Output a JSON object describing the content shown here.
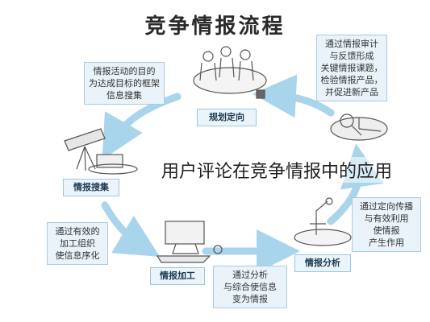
{
  "title": "竞争情报流程",
  "caption": "用户评论在竞争情报中的应用",
  "stages": {
    "planning": "规划定向",
    "collection": "情报搜集",
    "processing": "情报加工",
    "analysis": "情报分析"
  },
  "notes": {
    "planning_purpose": [
      "情报活动的目的",
      "为达成目标的框架",
      "信息搜集"
    ],
    "audit": [
      "通过情报审计",
      "与反馈形成",
      "关键情报课题，",
      "检验情报产品，",
      "并促进新产品"
    ],
    "collection": [
      "通过有效的",
      "加工组织",
      "使信息序化"
    ],
    "processing": [
      "通过分析",
      "与综合使信息",
      "变为情报"
    ],
    "analysis": [
      "通过定向传播",
      "与有效利用",
      "使情报",
      "产生作用"
    ]
  },
  "colors": {
    "arrow": "#a8d4ec",
    "label_bg": "#eaf4fa",
    "note_bg": "#e9f3f9"
  }
}
